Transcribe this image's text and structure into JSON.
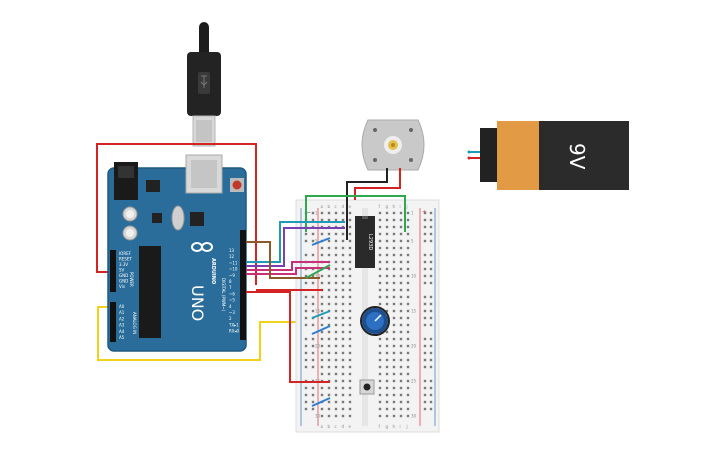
{
  "arduino": {
    "brand": "ARDUINO",
    "model": "UNO",
    "aref_label": "AREF",
    "gnd_label": "GND",
    "digital_label": "DIGITAL (PWM~)",
    "power_label": "POWER",
    "analog_label": "ANALOG IN",
    "digital_pins": [
      "13",
      "12",
      "~11",
      "~10",
      "~9",
      "8",
      "7",
      "~6",
      "~5",
      "4",
      "~3",
      "2",
      "TX▸1",
      "RX◂0"
    ],
    "power_pins": [
      "IOREF",
      "RESET",
      "3.3V",
      "5V",
      "GND",
      "GND",
      "Vin"
    ],
    "analog_pins": [
      "A0",
      "A1",
      "A2",
      "A3",
      "A4",
      "A5"
    ],
    "colors": {
      "board": "#2a6d9a",
      "board_edge": "#1f5a80"
    }
  },
  "battery": {
    "label": "9V",
    "colors": {
      "body": "#2b2b2b",
      "band": "#e39a45"
    }
  },
  "chip": {
    "label": "L293D"
  },
  "breadboard": {
    "column_letters_top": [
      "a",
      "b",
      "c",
      "d",
      "e",
      "f",
      "g",
      "h",
      "i",
      "j"
    ],
    "column_letters_bottom": [
      "a",
      "b",
      "c",
      "d",
      "e",
      "f",
      "g",
      "h",
      "i",
      "j"
    ],
    "row_numbers_shown": [
      "1",
      "5",
      "10",
      "15",
      "20",
      "25",
      "30"
    ],
    "rail_minus": "−",
    "rail_plus": "+"
  },
  "wire_colors": {
    "red": "#d32323",
    "black": "#222222",
    "green": "#2fa84f",
    "teal": "#1f9bb8",
    "purple": "#7a3fb0",
    "magenta": "#c8307a",
    "brown": "#8b5a2b",
    "yellow": "#f1d21a",
    "blue": "#2a7fd4"
  }
}
